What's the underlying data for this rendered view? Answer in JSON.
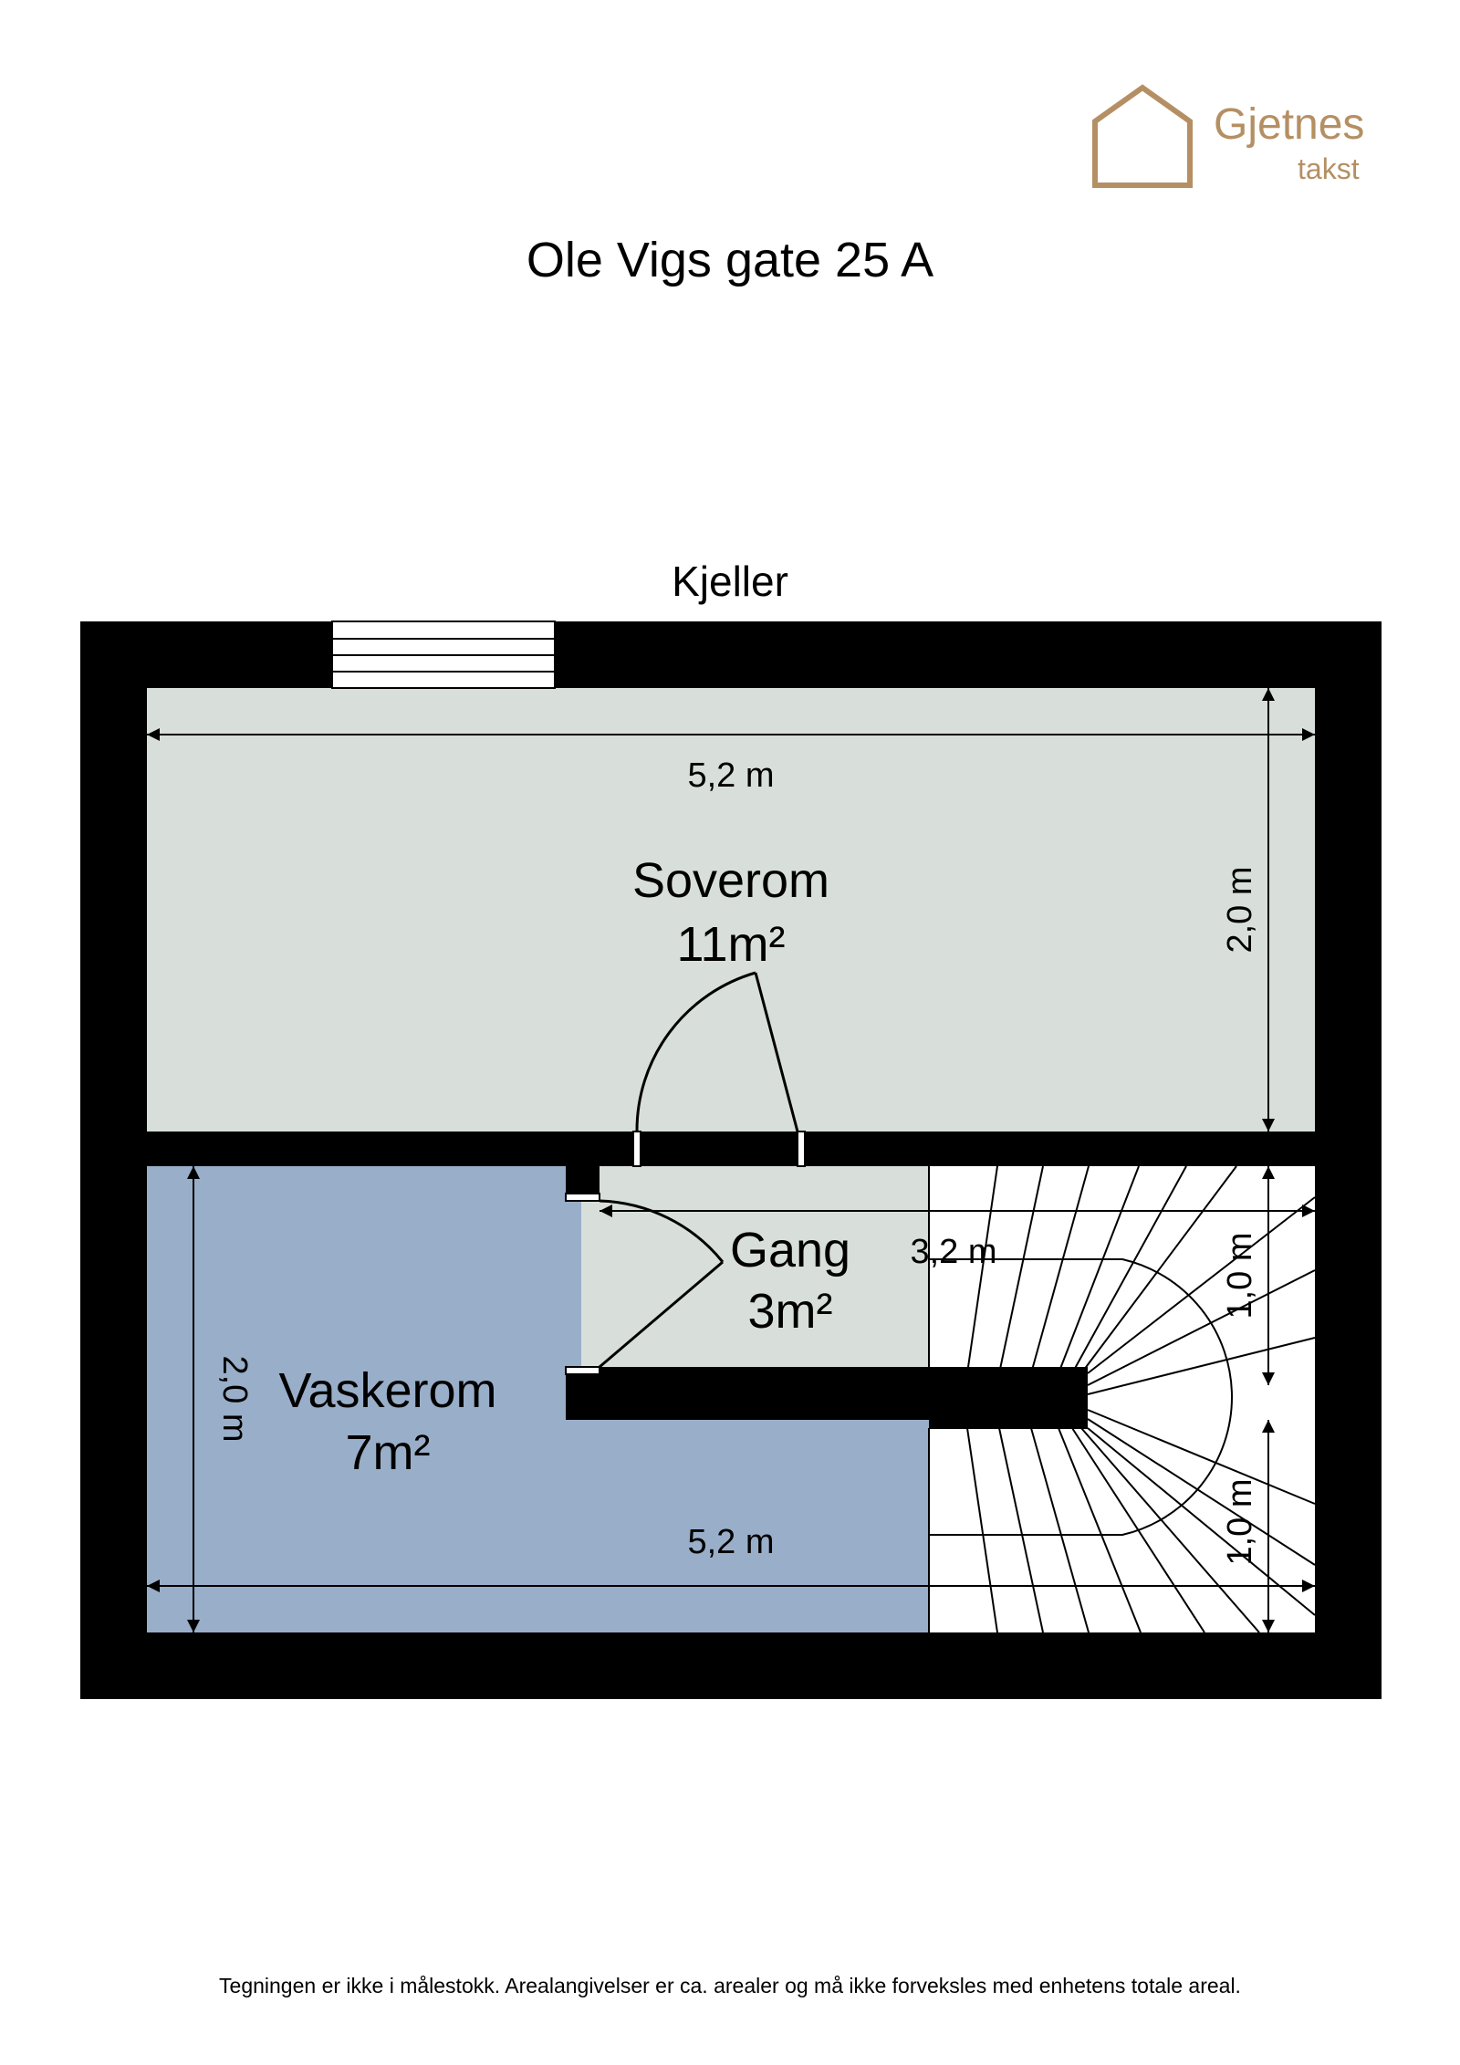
{
  "brand": {
    "name": "Gjetnes",
    "sub": "takst",
    "color": "#b58f63"
  },
  "address": "Ole Vigs gate 25 A",
  "floor": "Kjeller",
  "colors": {
    "wall": "#000000",
    "room_light": "#d8dfda",
    "room_blue": "#99aec8"
  },
  "rooms": {
    "soverom": {
      "name": "Soverom",
      "area": "11m²"
    },
    "gang": {
      "name": "Gang",
      "area": "3m²"
    },
    "vaskerom": {
      "name": "Vaskerom",
      "area": "7m²"
    }
  },
  "dimensions": {
    "soverom_width": "5,2 m",
    "soverom_depth": "2,0 m",
    "gang_width": "3,2 m",
    "stair_upper": "1,0 m",
    "stair_lower": "1,0 m",
    "vaskerom_depth": "2,0 m",
    "vaskerom_width": "5,2 m"
  },
  "disclaimer": "Tegningen er ikke i målestokk. Arealangivelser er ca. arealer og må ikke forveksles med enhetens totale areal."
}
